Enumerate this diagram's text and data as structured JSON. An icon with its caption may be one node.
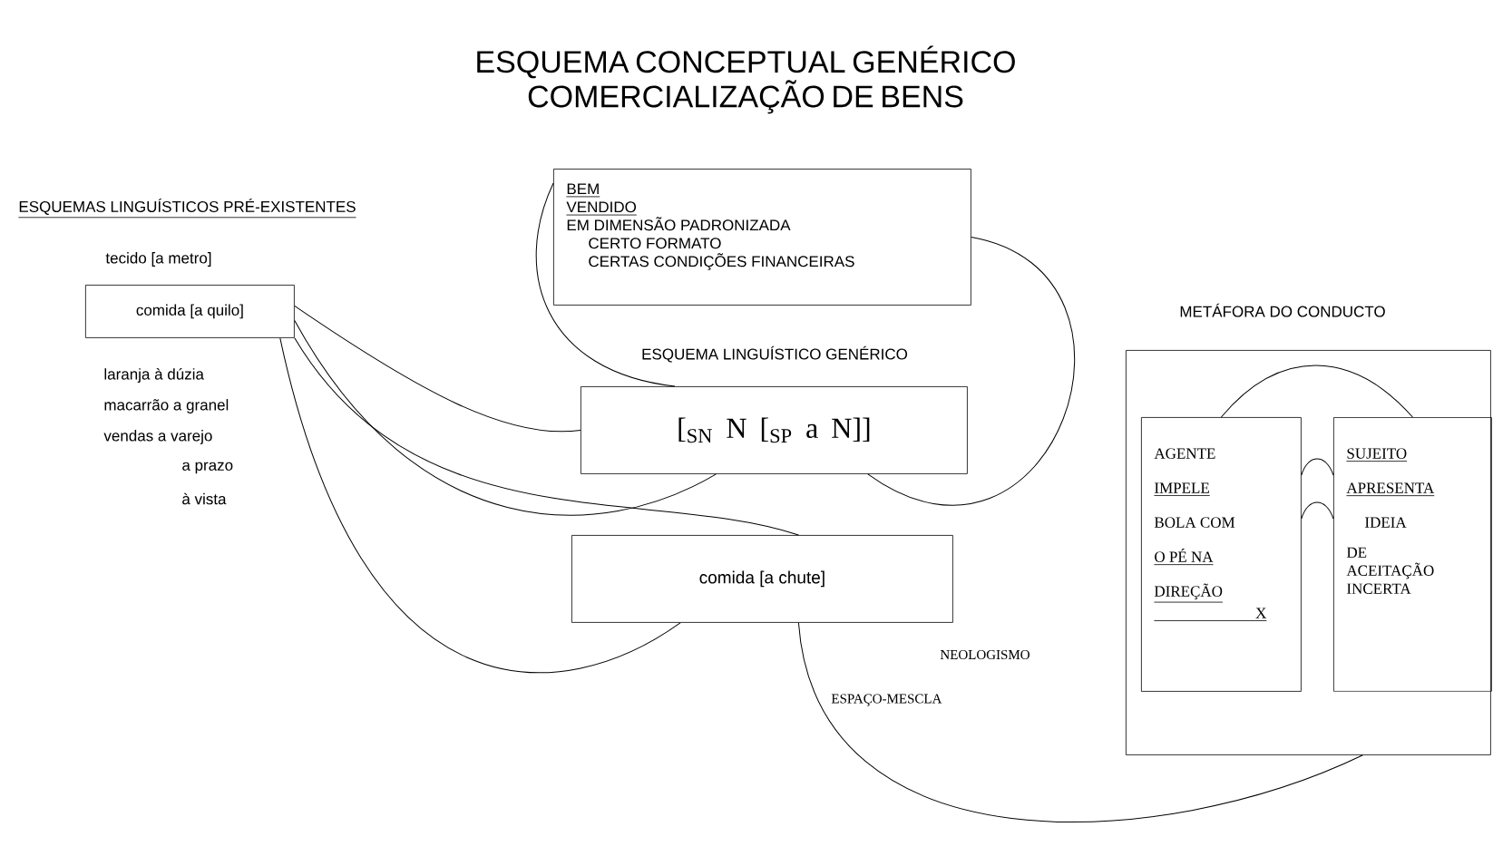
{
  "diagram": {
    "title": "ESQUEMA CONCEPTUAL GENÉRICO COMERCIALIZAÇÃO DE BENS",
    "nodes": [
      {
        "text": [
          "BEM",
          "VENDIDO",
          "EM DIMENSÃO PADRONIZADA",
          "CERTO FORMATO",
          "CERTAS CONDIÇÕES FINANCEIRAS"
        ]
      },
      {
        "text": [
          "comida [a quilo]"
        ]
      },
      {
        "text": [
          "ESQUEMA LINGUÍSTICO GENÉRICO",
          "[$_{SN}$ N [$_{SP}$ a N]]"
        ]
      },
      {
        "text": [
          "comida [a chute]"
        ]
      },
      {
        "text": [
          "METÁFORA DO CONDUCTO"
        ]
      },
      {
        "text": [
          "AGENTE",
          "IMPELE",
          "BOLA COM",
          "O PÉ NA",
          "DIREÇÃO",
          "X"
        ],
        "in": 4
      },
      {
        "text": [
          "SUJEITO",
          "APRESENTA",
          "IDEIA",
          "DE ACEITAÇÃO INCERTA"
        ],
        "in": 4
      }
    ],
    "edges": [
      {
        "from": 0,
        "to": 2,
        "arrow": "none"
      },
      {
        "from": 0,
        "to": 2,
        "arrow": "none"
      },
      {
        "from": 1,
        "to": 2,
        "arrow": "none"
      },
      {
        "from": 1,
        "to": 2,
        "arrow": "none"
      },
      {
        "from": 1,
        "to": 3,
        "arrow": "none"
      },
      {
        "from": 1,
        "to": 3,
        "arrow": "none"
      },
      {
        "from": 3,
        "to": 4,
        "arrow": "none"
      },
      {
        "from": 5,
        "to": 6,
        "arrow": "none"
      },
      {
        "from": 5,
        "to": 6,
        "arrow": "none"
      },
      {
        "from": 5,
        "to": 6,
        "arrow": "none"
      }
    ],
    "labels": [
      "ESQUEMAS LINGUÍSTICOS PRÉ-EXISTENTES",
      "tecido [a metro]",
      "laranja à dúzia",
      "macarrão a granel",
      "vendas a varejo",
      "a prazo",
      "à vista",
      "NEOLOGISMO",
      "ESPAÇO-MESCLA"
    ]
  }
}
